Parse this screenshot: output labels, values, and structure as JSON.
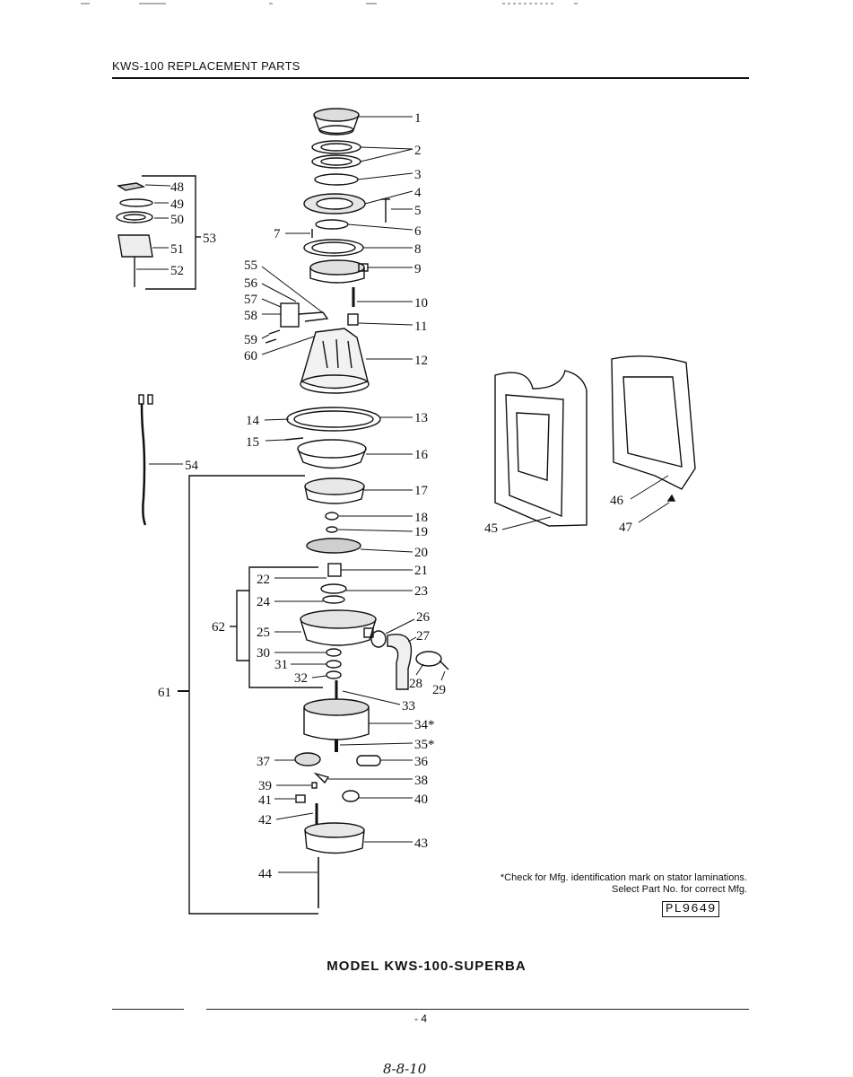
{
  "header": {
    "title": "KWS-100 REPLACEMENT PARTS"
  },
  "note": "*Check for Mfg. identification mark on stator laminations. Select Part No. for correct Mfg.",
  "code": "PL9649",
  "model": "MODEL KWS-100-SUPERBA",
  "page": "- 4",
  "handwriting": "8-8-10",
  "labels": {
    "p1": "1",
    "p2": "2",
    "p3": "3",
    "p4": "4",
    "p5": "5",
    "p6": "6",
    "p7": "7",
    "p8": "8",
    "p9": "9",
    "p10": "10",
    "p11": "11",
    "p12": "12",
    "p13": "13",
    "p14": "14",
    "p15": "15",
    "p16": "16",
    "p17": "17",
    "p18": "18",
    "p19": "19",
    "p20": "20",
    "p21": "21",
    "p22": "22",
    "p23": "23",
    "p24": "24",
    "p25": "25",
    "p26": "26",
    "p27": "27",
    "p28": "28",
    "p29": "29",
    "p30": "30",
    "p31": "31",
    "p32": "32",
    "p33": "33",
    "p34": "34*",
    "p35": "35*",
    "p36": "36",
    "p37": "37",
    "p38": "38",
    "p39": "39",
    "p40": "40",
    "p41": "41",
    "p42": "42",
    "p43": "43",
    "p44": "44",
    "p45": "45",
    "p46": "46",
    "p47": "47",
    "p48": "48",
    "p49": "49",
    "p50": "50",
    "p51": "51",
    "p52": "52",
    "p53": "53",
    "p54": "54",
    "p55": "55",
    "p56": "56",
    "p57": "57",
    "p58": "58",
    "p59": "59",
    "p60": "60",
    "p61": "61",
    "p62": "62"
  }
}
